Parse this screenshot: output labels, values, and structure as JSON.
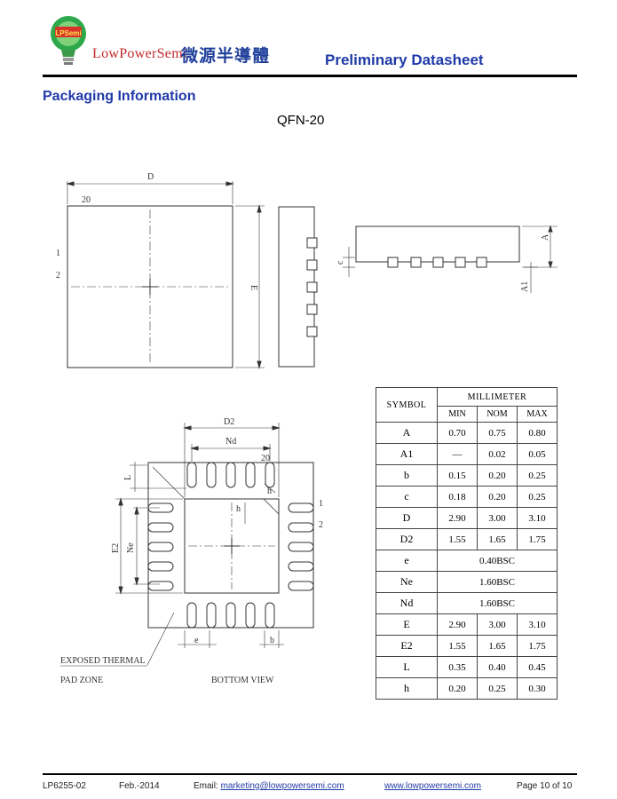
{
  "header": {
    "logo_text": "LPSemi",
    "brand": "LowPowerSemi",
    "brand_cn": "微源半導體",
    "doc_title": "Preliminary Datasheet"
  },
  "section_title": "Packaging Information",
  "package_name": "QFN-20",
  "drawing_labels": {
    "top_d": "D",
    "top_pin20": "20",
    "top_pin1": "1",
    "top_pin2": "2",
    "top_e": "E",
    "side_a": "A",
    "side_c": "c",
    "side_a1": "A1",
    "bottom_d2": "D2",
    "bottom_nd": "Nd",
    "bottom_pin20": "20",
    "bottom_l": "L",
    "bottom_h1": "h",
    "bottom_h2": "h",
    "bottom_pin1": "1",
    "bottom_pin2": "2",
    "bottom_e2": "E2",
    "bottom_ne": "Ne",
    "bottom_e": "e",
    "bottom_b": "b",
    "exposed_pad_1": "EXPOSED THERMAL",
    "exposed_pad_2": "PAD ZONE",
    "bottom_view": "BOTTOM VIEW"
  },
  "table": {
    "symbol_header": "SYMBOL",
    "millimeter_header": "MILLIMETER",
    "min": "MIN",
    "nom": "NOM",
    "max": "MAX",
    "rows": [
      {
        "symbol": "A",
        "min": "0.70",
        "nom": "0.75",
        "max": "0.80"
      },
      {
        "symbol": "A1",
        "min": "—",
        "nom": "0.02",
        "max": "0.05"
      },
      {
        "symbol": "b",
        "min": "0.15",
        "nom": "0.20",
        "max": "0.25"
      },
      {
        "symbol": "c",
        "min": "0.18",
        "nom": "0.20",
        "max": "0.25"
      },
      {
        "symbol": "D",
        "min": "2.90",
        "nom": "3.00",
        "max": "3.10"
      },
      {
        "symbol": "D2",
        "min": "1.55",
        "nom": "1.65",
        "max": "1.75"
      },
      {
        "symbol": "e",
        "span": "0.40BSC"
      },
      {
        "symbol": "Ne",
        "span": "1.60BSC"
      },
      {
        "symbol": "Nd",
        "span": "1.60BSC"
      },
      {
        "symbol": "E",
        "min": "2.90",
        "nom": "3.00",
        "max": "3.10"
      },
      {
        "symbol": "E2",
        "min": "1.55",
        "nom": "1.65",
        "max": "1.75"
      },
      {
        "symbol": "L",
        "min": "0.35",
        "nom": "0.40",
        "max": "0.45"
      },
      {
        "symbol": "h",
        "min": "0.20",
        "nom": "0.25",
        "max": "0.30"
      }
    ]
  },
  "footer": {
    "part": "LP6255-02",
    "date": "Feb.-2014",
    "email_label": "Email:",
    "email": "marketing@lowpowersemi.com",
    "website": "www.lowpowersemi.com",
    "page": "Page 10 of 10"
  },
  "colors": {
    "brand_red": "#c0282c",
    "title_blue": "#1f3aa8",
    "logo_green": "#2da84a"
  }
}
